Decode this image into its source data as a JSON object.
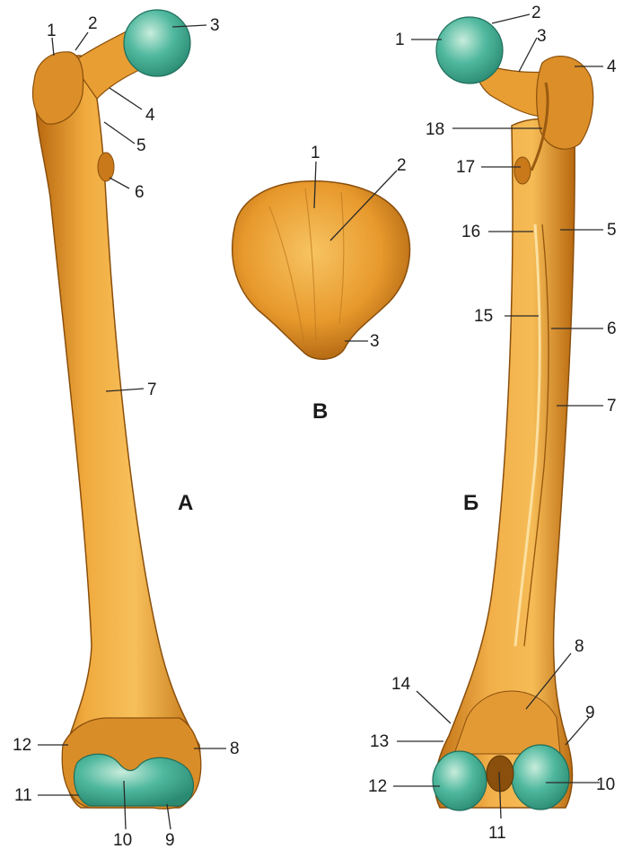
{
  "figure": {
    "panel_a": "А",
    "panel_b": "Б",
    "panel_v": "В"
  },
  "colors": {
    "bone_light": "#f4b64a",
    "bone_mid": "#e6962a",
    "bone_dark": "#a95f12",
    "cartilage": "#3fae95",
    "cartilage_light": "#bfe8d6"
  },
  "labels_a": [
    "1",
    "2",
    "3",
    "4",
    "5",
    "6",
    "7",
    "8",
    "9",
    "10",
    "11",
    "12"
  ],
  "labels_b": [
    "1",
    "2",
    "3",
    "4",
    "5",
    "6",
    "7",
    "8",
    "9",
    "10",
    "11",
    "12",
    "13",
    "14",
    "15",
    "16",
    "17",
    "18"
  ],
  "labels_v": [
    "1",
    "2",
    "3"
  ]
}
